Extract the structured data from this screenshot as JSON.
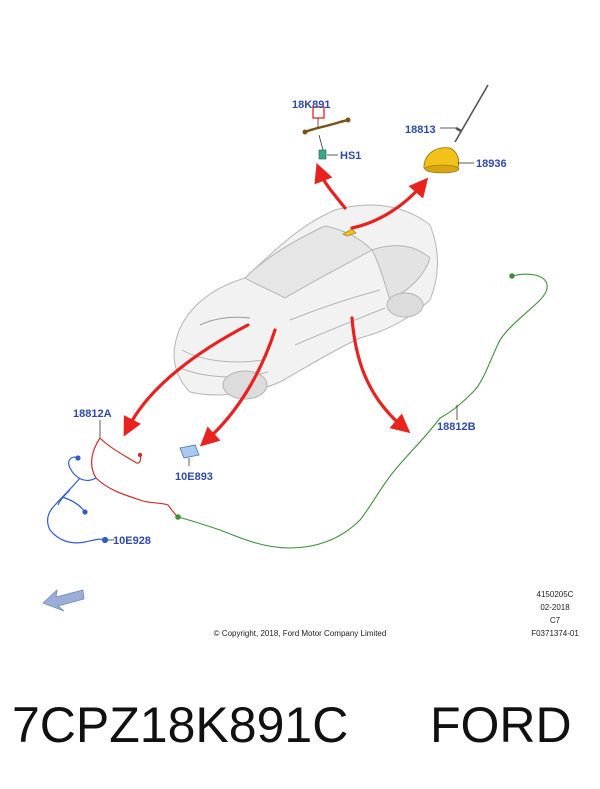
{
  "callouts": {
    "c18k891": "18K891",
    "hs1": "HS1",
    "c18813": "18813",
    "c18936": "18936",
    "c18812a": "18812A",
    "c10e893": "10E893",
    "c18812b": "18812B",
    "c10e928": "10E928"
  },
  "illustration_meta": {
    "line1": "4150205C",
    "line2": "02-2018",
    "line3": "C7",
    "line4": "F0371374-01"
  },
  "copyright": "© Copyright, 2018, Ford Motor Company Limited",
  "caption": {
    "part_number": "7CPZ18K891C",
    "brand": "FORD"
  },
  "colors": {
    "callout_text": "#2e4aa8",
    "arrow": "#e8231f",
    "antenna_yellow": "#f2c21b",
    "cable_green": "#3f8f3a",
    "cable_red": "#c9302c",
    "cable_blue": "#2f5ec6",
    "nav_arrow": "#9aaed8"
  }
}
